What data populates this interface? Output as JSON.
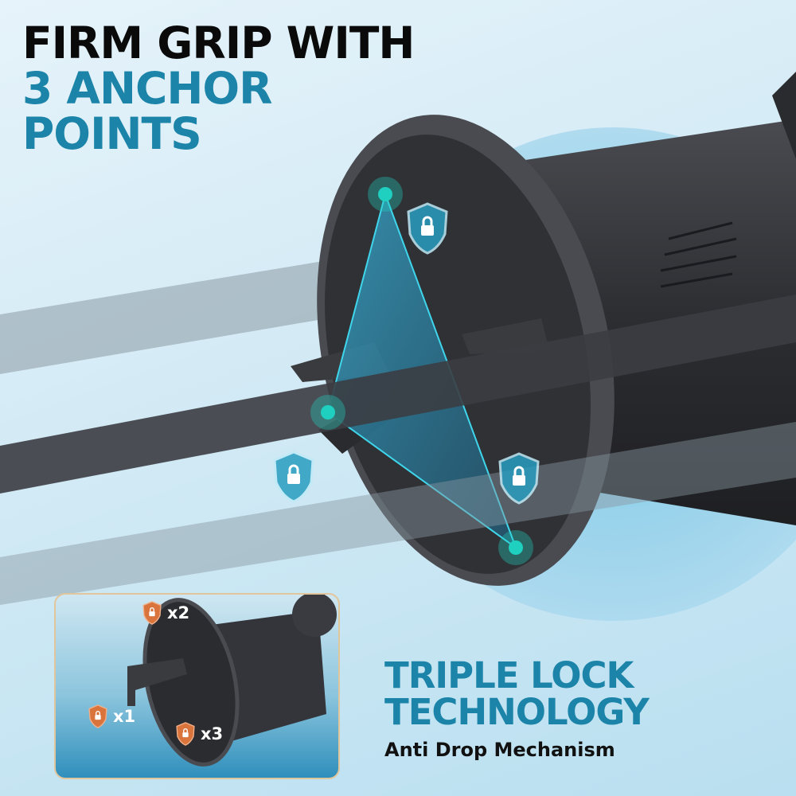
{
  "headline": {
    "line1": "FIRM GRIP WITH",
    "line2": "3 ANCHOR",
    "line3": "POINTS"
  },
  "feature": {
    "title_line1": "TRIPLE LOCK",
    "title_line2": "TECHNOLOGY",
    "subtitle": "Anti Drop Mechanism"
  },
  "inset_badges": [
    {
      "label": "x2",
      "icon": "lock-shield-icon"
    },
    {
      "label": "x1",
      "icon": "lock-shield-icon"
    },
    {
      "label": "x3",
      "icon": "lock-shield-icon"
    }
  ],
  "colors": {
    "accent_blue": "#1b84a8",
    "teal": "#1fd0c0",
    "badge_orange": "#d9743c",
    "mount_dark": "#2f3034"
  }
}
